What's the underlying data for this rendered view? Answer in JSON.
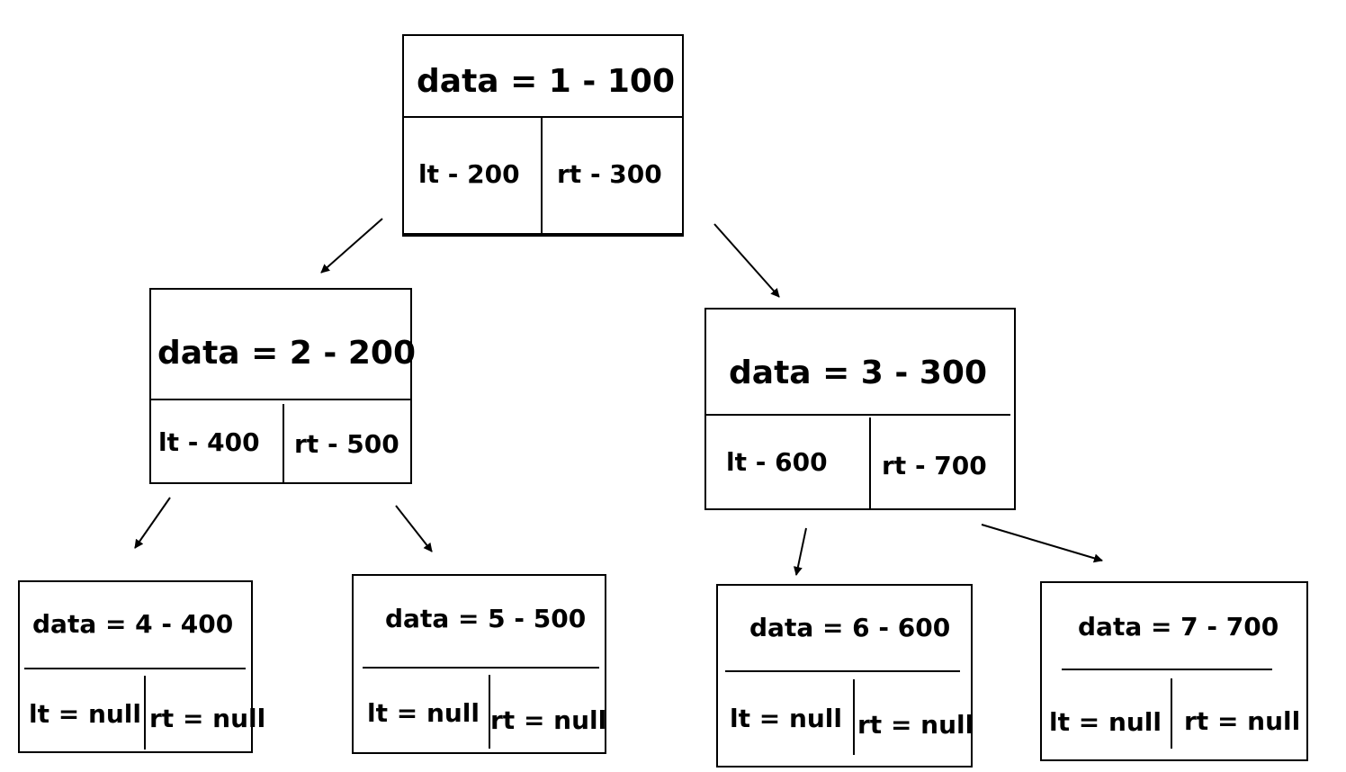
{
  "nodes": [
    {
      "data": "data  = 1 - 100",
      "lt": "lt - 200",
      "rt": "rt - 300"
    },
    {
      "data": "data = 2 - 200",
      "lt": "lt - 400",
      "rt": "rt - 500"
    },
    {
      "data": "data = 3 - 300",
      "lt": "lt - 600",
      "rt": "rt - 700"
    },
    {
      "data": "data = 4 - 400",
      "lt": "lt = null",
      "rt": "rt = null"
    },
    {
      "data": "data = 5 - 500",
      "lt": "lt = null",
      "rt": "rt = null"
    },
    {
      "data": "data = 6 - 600",
      "lt": "lt = null",
      "rt": "rt = null"
    },
    {
      "data": "data = 7 - 700",
      "lt": "lt = null",
      "rt": "rt = null"
    }
  ]
}
